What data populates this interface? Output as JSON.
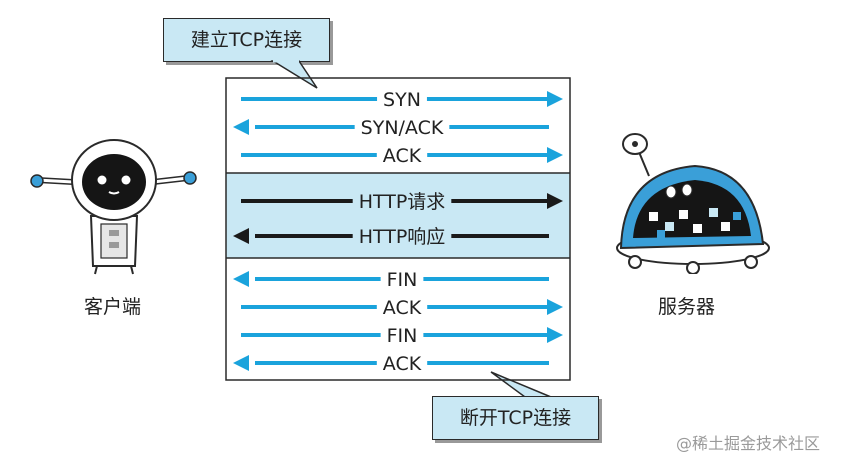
{
  "callouts": {
    "top": "建立TCP连接",
    "bottom": "断开TCP连接"
  },
  "nodes": {
    "client": "客户端",
    "server": "服务器"
  },
  "messages": [
    {
      "label": "SYN",
      "direction": "right",
      "phase": "connect"
    },
    {
      "label": "SYN/ACK",
      "direction": "left",
      "phase": "connect"
    },
    {
      "label": "ACK",
      "direction": "right",
      "phase": "connect"
    },
    {
      "label": "HTTP请求",
      "direction": "right",
      "phase": "http"
    },
    {
      "label": "HTTP响应",
      "direction": "left",
      "phase": "http"
    },
    {
      "label": "FIN",
      "direction": "left",
      "phase": "close"
    },
    {
      "label": "ACK",
      "direction": "right",
      "phase": "close"
    },
    {
      "label": "FIN",
      "direction": "right",
      "phase": "close"
    },
    {
      "label": "ACK",
      "direction": "left",
      "phase": "close"
    }
  ],
  "colors": {
    "tcp_arrow": "#1aa3dc",
    "http_arrow": "#1a1a1a",
    "http_band": "#c9e8f4",
    "callout_fill": "#c9e8f4",
    "robot_blue": "#3a9fd8"
  },
  "watermark": "@稀土掘金技术社区"
}
